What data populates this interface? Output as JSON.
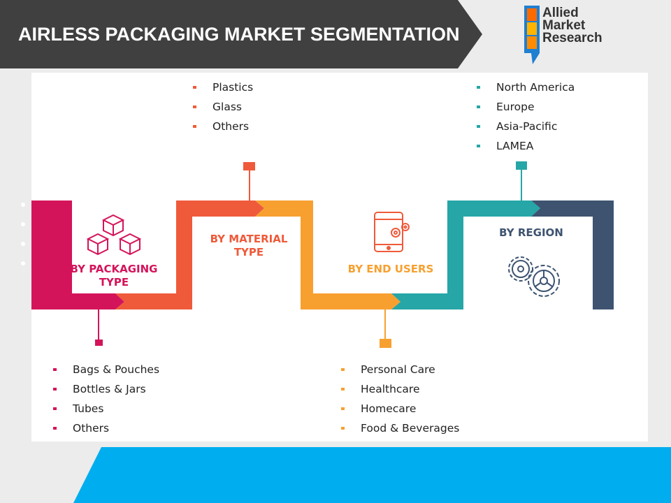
{
  "header": {
    "title": "AIRLESS PACKAGING MARKET SEGMENTATION"
  },
  "logo": {
    "lines": [
      "Allied",
      "Market",
      "Research"
    ]
  },
  "segments": [
    {
      "label_lines": [
        "BY PACKAGING",
        "TYPE"
      ],
      "color": "#d4145a",
      "icon": "cubes-icon",
      "items": [
        "Bags & Pouches",
        "Bottles & Jars",
        "Tubes",
        "Others"
      ]
    },
    {
      "label_lines": [
        "BY MATERIAL",
        "TYPE"
      ],
      "color": "#ef5a3a",
      "icon": "",
      "items": [
        "Plastics",
        "Glass",
        "Others"
      ]
    },
    {
      "label_lines": [
        "BY END  USERS"
      ],
      "color": "#f7a030",
      "icon": "mobile-gears-icon",
      "items": [
        "Personal Care",
        "Healthcare",
        "Homecare",
        "Food & Beverages"
      ]
    },
    {
      "label_lines": [
        "BY REGION"
      ],
      "color": "#26a6a6",
      "icon": "gears-icon",
      "items": [
        "North America",
        "Europe",
        "Asia-Pacific",
        "LAMEA"
      ]
    }
  ],
  "colors": {
    "title_bar": "#404040",
    "navy": "#3d5370",
    "ribbon": "#00aeef",
    "text_on_white": "#4a5a6a"
  }
}
